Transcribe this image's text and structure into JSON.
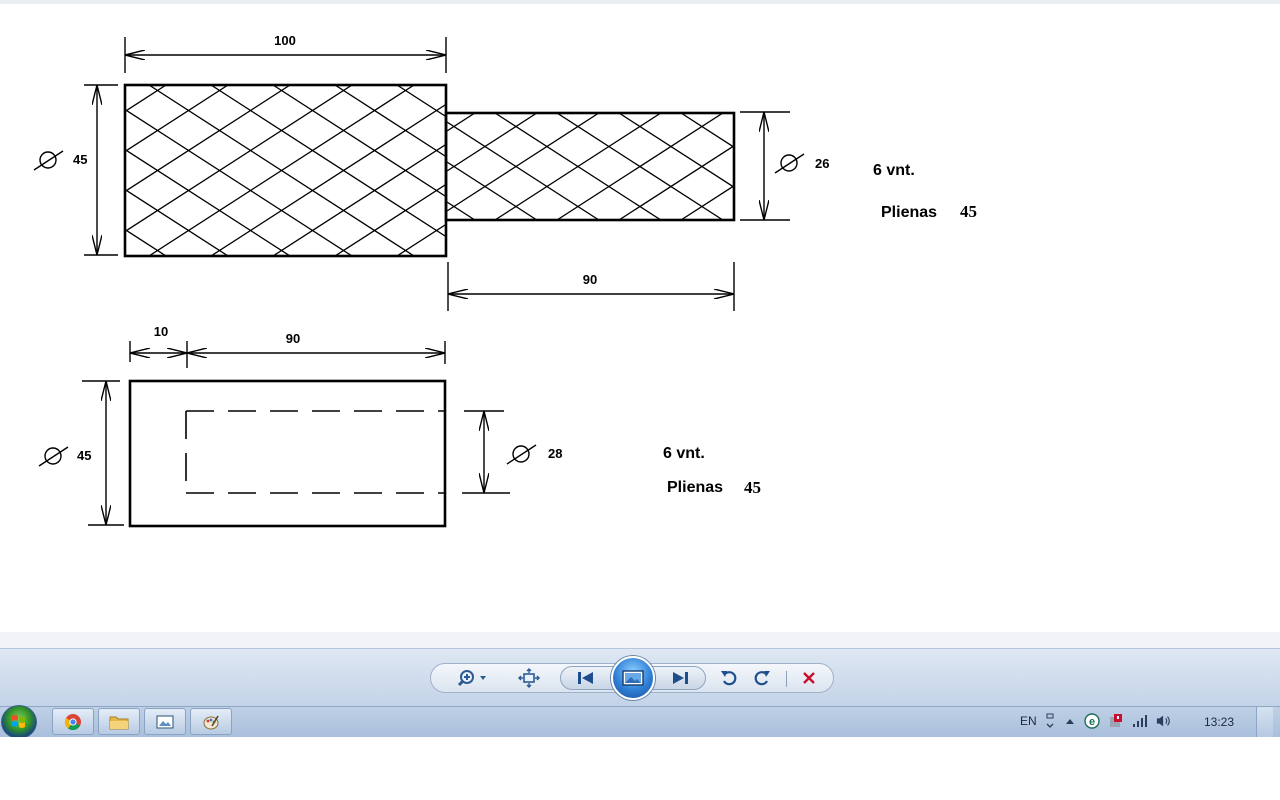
{
  "drawing": {
    "part1": {
      "dim_length_large": "100",
      "dim_diameter_large": "45",
      "dim_diameter_small": "26",
      "dim_length_small": "90",
      "note_qty": "6  vnt.",
      "note_material_label": "Plienas",
      "note_material_value": "45"
    },
    "part2": {
      "dim_offset": "10",
      "dim_length": "90",
      "dim_diameter_outer": "45",
      "dim_diameter_bore": "28",
      "note_qty": "6  vnt.",
      "note_material_label": "Plienas",
      "note_material_value": "45"
    },
    "diameter_symbol_icon": "diameter-symbol"
  },
  "viewer_toolbar": {
    "icons": [
      "zoom-icon",
      "fit-window-icon",
      "previous-icon",
      "slideshow-icon",
      "next-icon",
      "rotate-left-icon",
      "rotate-right-icon",
      "delete-icon"
    ],
    "accent_color": "#2e7fd6",
    "delete_color": "#c8102e"
  },
  "taskbar": {
    "apps": [
      "chrome-icon",
      "file-explorer-icon",
      "photo-viewer-icon",
      "paint-icon"
    ],
    "tray": {
      "language": "EN",
      "clock": "13:23"
    }
  }
}
